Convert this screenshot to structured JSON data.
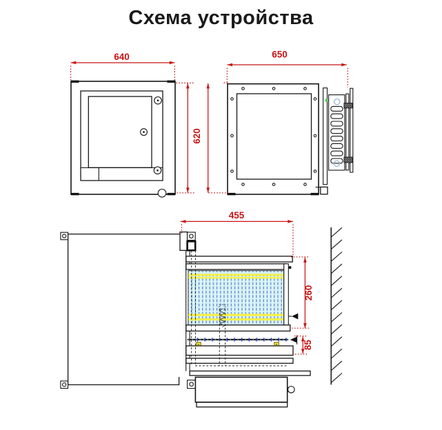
{
  "title": "Схема устройства",
  "dimensions": {
    "front_width": "640",
    "overall_height": "620",
    "side_depth": "650",
    "section_depth": "455",
    "firebox_depth": "260",
    "grate_gap": "85"
  },
  "colors": {
    "dimension_red": "#c81414",
    "drawing_line": "#161616",
    "glass_fill": "#d8f3f8",
    "glass_hatch_blue": "#5577cc",
    "insulation_yellow": "#f5f04a",
    "vent_circle_blue": "#9ab8d8",
    "marker_green": "#3ecc3e",
    "axis_tick_blue": "#2438c8"
  }
}
